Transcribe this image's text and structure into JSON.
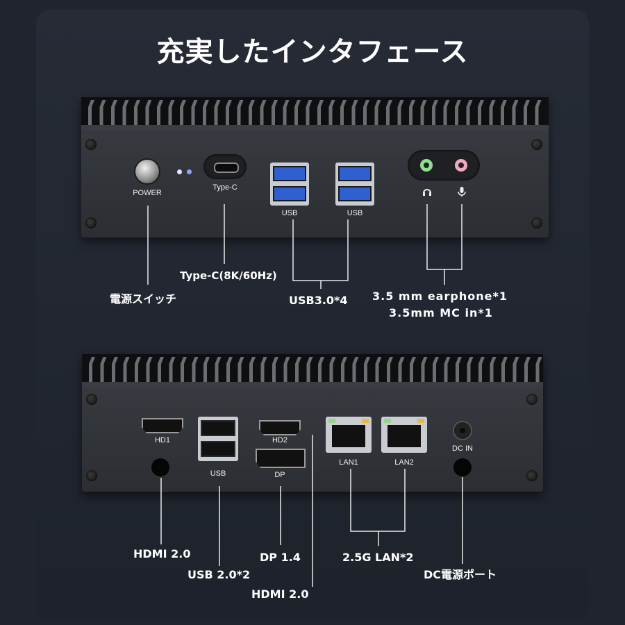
{
  "title": "充実したインタフェース",
  "top_panel": {
    "power_label": "POWER",
    "typec_label": "Type-C",
    "usb_left_label": "USB",
    "usb_right_label": "USB",
    "headphone_icon": "headphone-icon",
    "mic_icon": "microphone-icon",
    "callouts": {
      "typec": "Type-C(8K/60Hz)",
      "power": "電源スイッチ",
      "usb": "USB3.0*4",
      "audio_line1": "3.5 mm earphone*1",
      "audio_line2": "3.5mm MC in*1"
    }
  },
  "bottom_panel": {
    "hd1_label": "HD1",
    "usb_label": "USB",
    "hd2_label": "HD2",
    "dp_label": "DP",
    "lan1_label": "LAN1",
    "lan2_label": "LAN2",
    "dcin_label": "DC IN",
    "callouts": {
      "hdmi_left": "HDMI 2.0",
      "usb2": "USB 2.0*2",
      "dp": "DP 1.4",
      "hdmi_right": "HDMI 2.0",
      "lan": "2.5G LAN*2",
      "dc": "DC電源ポート"
    }
  },
  "colors": {
    "background": "#20242e",
    "device": "#34373c",
    "usb3_blue": "#2f5fd0",
    "earphone_green": "#8ee08e",
    "mic_pink": "#f0a8c0"
  }
}
